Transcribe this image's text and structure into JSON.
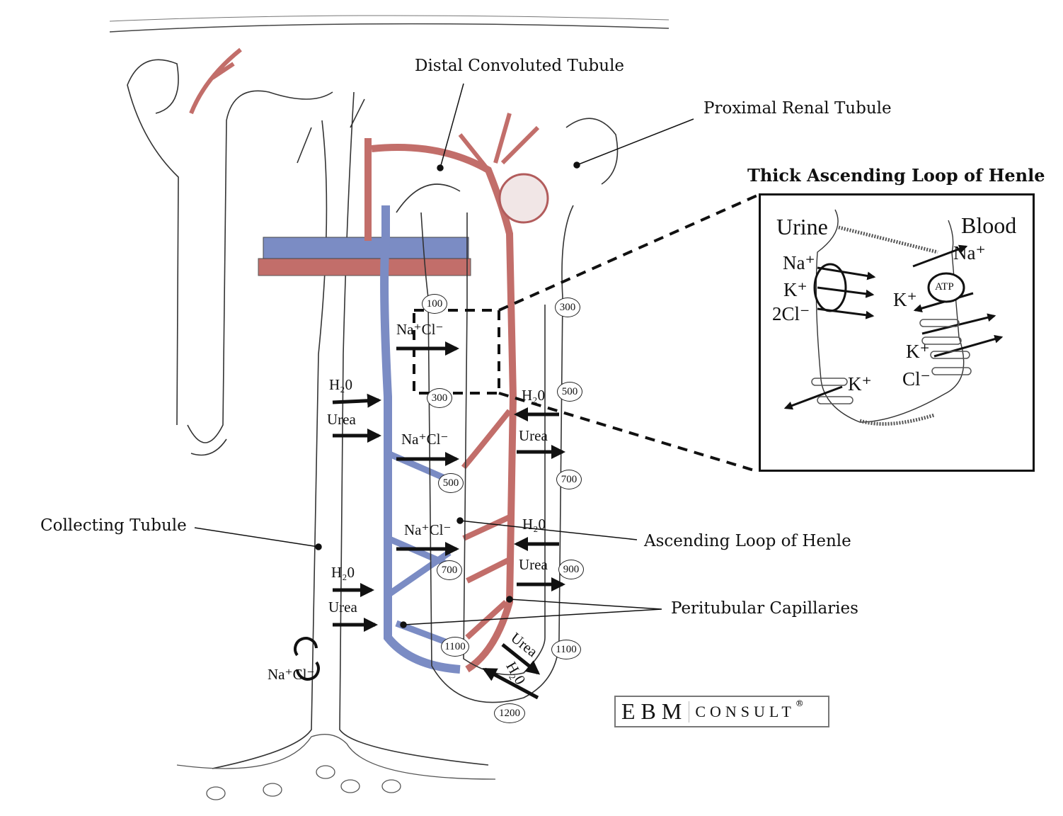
{
  "labels": {
    "distal": "Distal Convoluted Tubule",
    "proximal": "Proximal Renal Tubule",
    "inset_title": "Thick Ascending Loop of Henle",
    "collecting": "Collecting Tubule",
    "ascending": "Ascending Loop of Henle",
    "peritubular": "Peritubular Capillaries"
  },
  "inset": {
    "urine": "Urine",
    "blood": "Blood",
    "cotransporter_ions": [
      "Na⁺",
      "K⁺",
      "2Cl⁻"
    ],
    "pump_na": "Na⁺",
    "pump_k": "K⁺",
    "pump_label": "ATP",
    "channel_k_blood": "K⁺",
    "channel_cl_blood": "Cl⁻",
    "channel_k_urine": "K⁺"
  },
  "ions": {
    "nacl_upper": "Na⁺Cl⁻",
    "nacl_mid": "Na⁺Cl⁻",
    "nacl_low": "Na⁺Cl⁻",
    "nacl_collecting": "Na⁺Cl⁻",
    "h2o_ct_1": "H₂0",
    "urea_ct_1": "Urea",
    "h2o_ct_2": "H₂0",
    "urea_ct_2": "Urea",
    "h2o_desc_1": "H₂0",
    "urea_desc_1": "Urea",
    "h2o_desc_2": "H₂0",
    "urea_desc_2": "Urea",
    "urea_bottom": "Urea",
    "h2o_bottom": "H₂0"
  },
  "osmolarity": {
    "asc": [
      "100",
      "300",
      "500",
      "700",
      "1100"
    ],
    "desc": [
      "300",
      "500",
      "700",
      "900",
      "1100"
    ],
    "tip": "1200"
  },
  "logo": {
    "ebm": "EBM",
    "consult": "CONSULT",
    "reg": "®"
  },
  "colors": {
    "artery": "#c26e6a",
    "vein": "#7b8cc4",
    "ink": "#111111"
  }
}
